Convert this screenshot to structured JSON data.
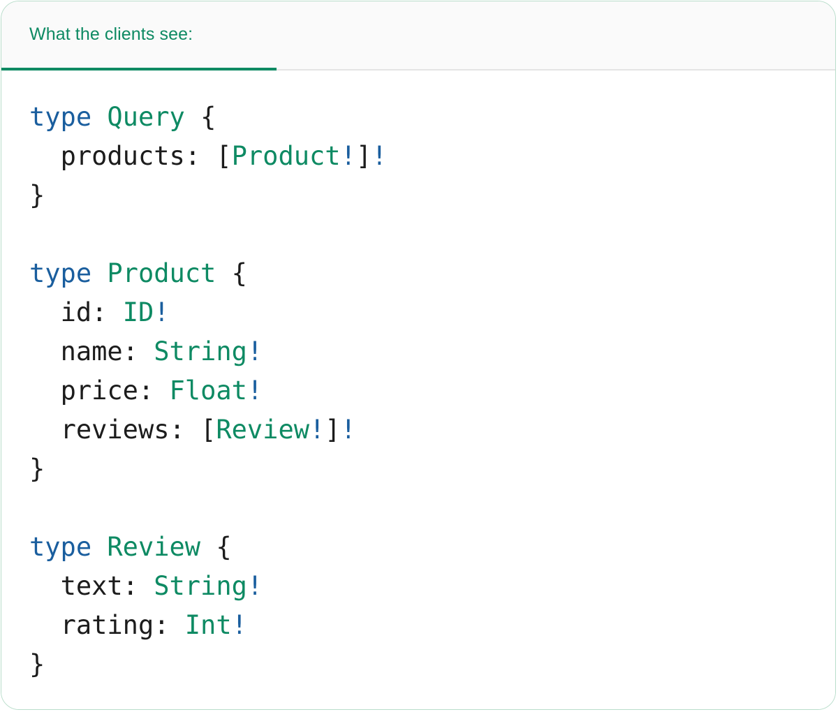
{
  "card": {
    "border_color": "#b9ddcb",
    "background": "#ffffff"
  },
  "header": {
    "background": "#fafafa",
    "accent_color": "#0e8a63",
    "divider_color": "#e4e4e4",
    "tabs": [
      {
        "id": "clients-view",
        "label": "What the clients see:",
        "active": true
      }
    ]
  },
  "code": {
    "language": "graphql",
    "colors": {
      "keyword": "#1a5e9e",
      "type": "#0e8a63",
      "field": "#1c1c1c",
      "punctuation": "#1c1c1c",
      "non_null": "#1a5e9e"
    },
    "plain_text": "type Query {\n  products: [Product!]!\n}\n\ntype Product {\n  id: ID!\n  name: String!\n  price: Float!\n  reviews: [Review!]!\n}\n\ntype Review {\n  text: String!\n  rating: Int!\n}",
    "lines": [
      {
        "tokens": [
          {
            "t": "type",
            "c": "kw"
          },
          {
            "t": " ",
            "c": "punct"
          },
          {
            "t": "Query",
            "c": "type"
          },
          {
            "t": " ",
            "c": "punct"
          },
          {
            "t": "{",
            "c": "punct"
          }
        ]
      },
      {
        "tokens": [
          {
            "t": "  ",
            "c": "punct"
          },
          {
            "t": "products",
            "c": "field"
          },
          {
            "t": ": ",
            "c": "punct"
          },
          {
            "t": "[",
            "c": "punct"
          },
          {
            "t": "Product",
            "c": "type"
          },
          {
            "t": "!",
            "c": "bang"
          },
          {
            "t": "]",
            "c": "punct"
          },
          {
            "t": "!",
            "c": "bang"
          }
        ]
      },
      {
        "tokens": [
          {
            "t": "}",
            "c": "punct"
          }
        ]
      },
      {
        "tokens": []
      },
      {
        "tokens": [
          {
            "t": "type",
            "c": "kw"
          },
          {
            "t": " ",
            "c": "punct"
          },
          {
            "t": "Product",
            "c": "type"
          },
          {
            "t": " ",
            "c": "punct"
          },
          {
            "t": "{",
            "c": "punct"
          }
        ]
      },
      {
        "tokens": [
          {
            "t": "  ",
            "c": "punct"
          },
          {
            "t": "id",
            "c": "field"
          },
          {
            "t": ": ",
            "c": "punct"
          },
          {
            "t": "ID",
            "c": "type"
          },
          {
            "t": "!",
            "c": "bang"
          }
        ]
      },
      {
        "tokens": [
          {
            "t": "  ",
            "c": "punct"
          },
          {
            "t": "name",
            "c": "field"
          },
          {
            "t": ": ",
            "c": "punct"
          },
          {
            "t": "String",
            "c": "type"
          },
          {
            "t": "!",
            "c": "bang"
          }
        ]
      },
      {
        "tokens": [
          {
            "t": "  ",
            "c": "punct"
          },
          {
            "t": "price",
            "c": "field"
          },
          {
            "t": ": ",
            "c": "punct"
          },
          {
            "t": "Float",
            "c": "type"
          },
          {
            "t": "!",
            "c": "bang"
          }
        ]
      },
      {
        "tokens": [
          {
            "t": "  ",
            "c": "punct"
          },
          {
            "t": "reviews",
            "c": "field"
          },
          {
            "t": ": ",
            "c": "punct"
          },
          {
            "t": "[",
            "c": "punct"
          },
          {
            "t": "Review",
            "c": "type"
          },
          {
            "t": "!",
            "c": "bang"
          },
          {
            "t": "]",
            "c": "punct"
          },
          {
            "t": "!",
            "c": "bang"
          }
        ]
      },
      {
        "tokens": [
          {
            "t": "}",
            "c": "punct"
          }
        ]
      },
      {
        "tokens": []
      },
      {
        "tokens": [
          {
            "t": "type",
            "c": "kw"
          },
          {
            "t": " ",
            "c": "punct"
          },
          {
            "t": "Review",
            "c": "type"
          },
          {
            "t": " ",
            "c": "punct"
          },
          {
            "t": "{",
            "c": "punct"
          }
        ]
      },
      {
        "tokens": [
          {
            "t": "  ",
            "c": "punct"
          },
          {
            "t": "text",
            "c": "field"
          },
          {
            "t": ": ",
            "c": "punct"
          },
          {
            "t": "String",
            "c": "type"
          },
          {
            "t": "!",
            "c": "bang"
          }
        ]
      },
      {
        "tokens": [
          {
            "t": "  ",
            "c": "punct"
          },
          {
            "t": "rating",
            "c": "field"
          },
          {
            "t": ": ",
            "c": "punct"
          },
          {
            "t": "Int",
            "c": "type"
          },
          {
            "t": "!",
            "c": "bang"
          }
        ]
      },
      {
        "tokens": [
          {
            "t": "}",
            "c": "punct"
          }
        ]
      }
    ]
  }
}
